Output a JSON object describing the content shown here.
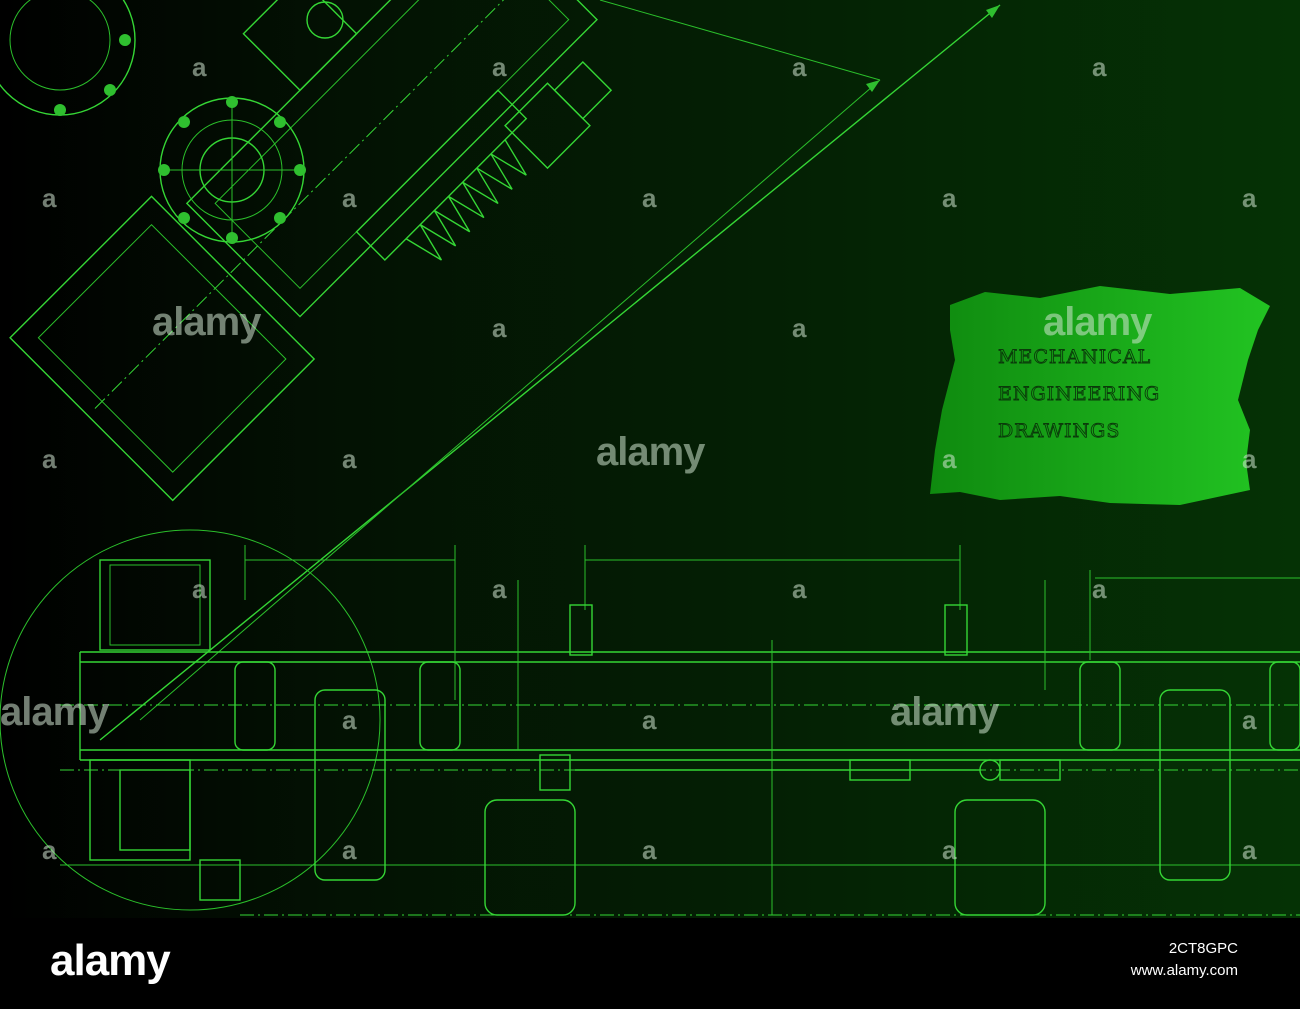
{
  "badge": {
    "lines": [
      "MECHANICAL",
      "ENGINEERING",
      "DRAWINGS"
    ]
  },
  "watermarks": {
    "word": "alamy",
    "glyph": "a"
  },
  "footer": {
    "logo": "alamy",
    "image_id": "2CT8GPC",
    "site": "www.alamy.com"
  },
  "colors": {
    "line": "#35d635",
    "background_dark": "#000000",
    "background_green": "#053205",
    "badge_green": "#21c021"
  }
}
